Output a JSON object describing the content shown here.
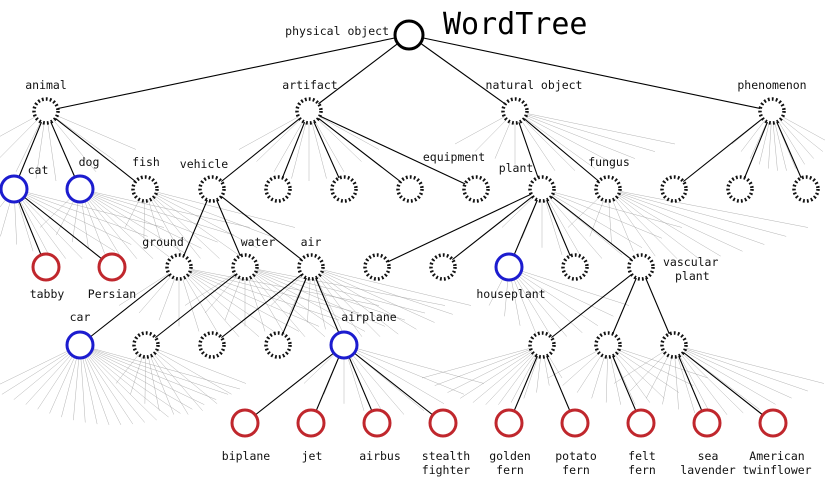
{
  "title": "WordTree",
  "colors": {
    "edge": "#000000",
    "faint_edge": "#9a9a9a",
    "node_default": "#111111",
    "node_highlight": "#1c1ccf",
    "node_leaf": "#c0272d"
  },
  "nodes": {
    "root": "physical object",
    "animal": "animal",
    "artifact": "artifact",
    "natural_object": "natural object",
    "phenomenon": "phenomenon",
    "cat": "cat",
    "dog": "dog",
    "fish": "fish",
    "vehicle": "vehicle",
    "equipment": "equipment",
    "plant": "plant",
    "fungus": "fungus",
    "tabby": "tabby",
    "persian": "Persian",
    "ground": "ground",
    "water": "water",
    "air": "air",
    "houseplant": "houseplant",
    "vascular_plant_1": "vascular",
    "vascular_plant_2": "plant",
    "car": "car",
    "airplane": "airplane",
    "biplane": "biplane",
    "jet": "jet",
    "airbus": "airbus",
    "stealth_fighter_1": "stealth",
    "stealth_fighter_2": "fighter",
    "golden_fern_1": "golden",
    "golden_fern_2": "fern",
    "potato_fern_1": "potato",
    "potato_fern_2": "fern",
    "felt_fern_1": "felt",
    "felt_fern_2": "fern",
    "sea_lavender_1": "sea",
    "sea_lavender_2": "lavender",
    "american_twinflower_1": "American",
    "american_twinflower_2": "twinflower"
  }
}
